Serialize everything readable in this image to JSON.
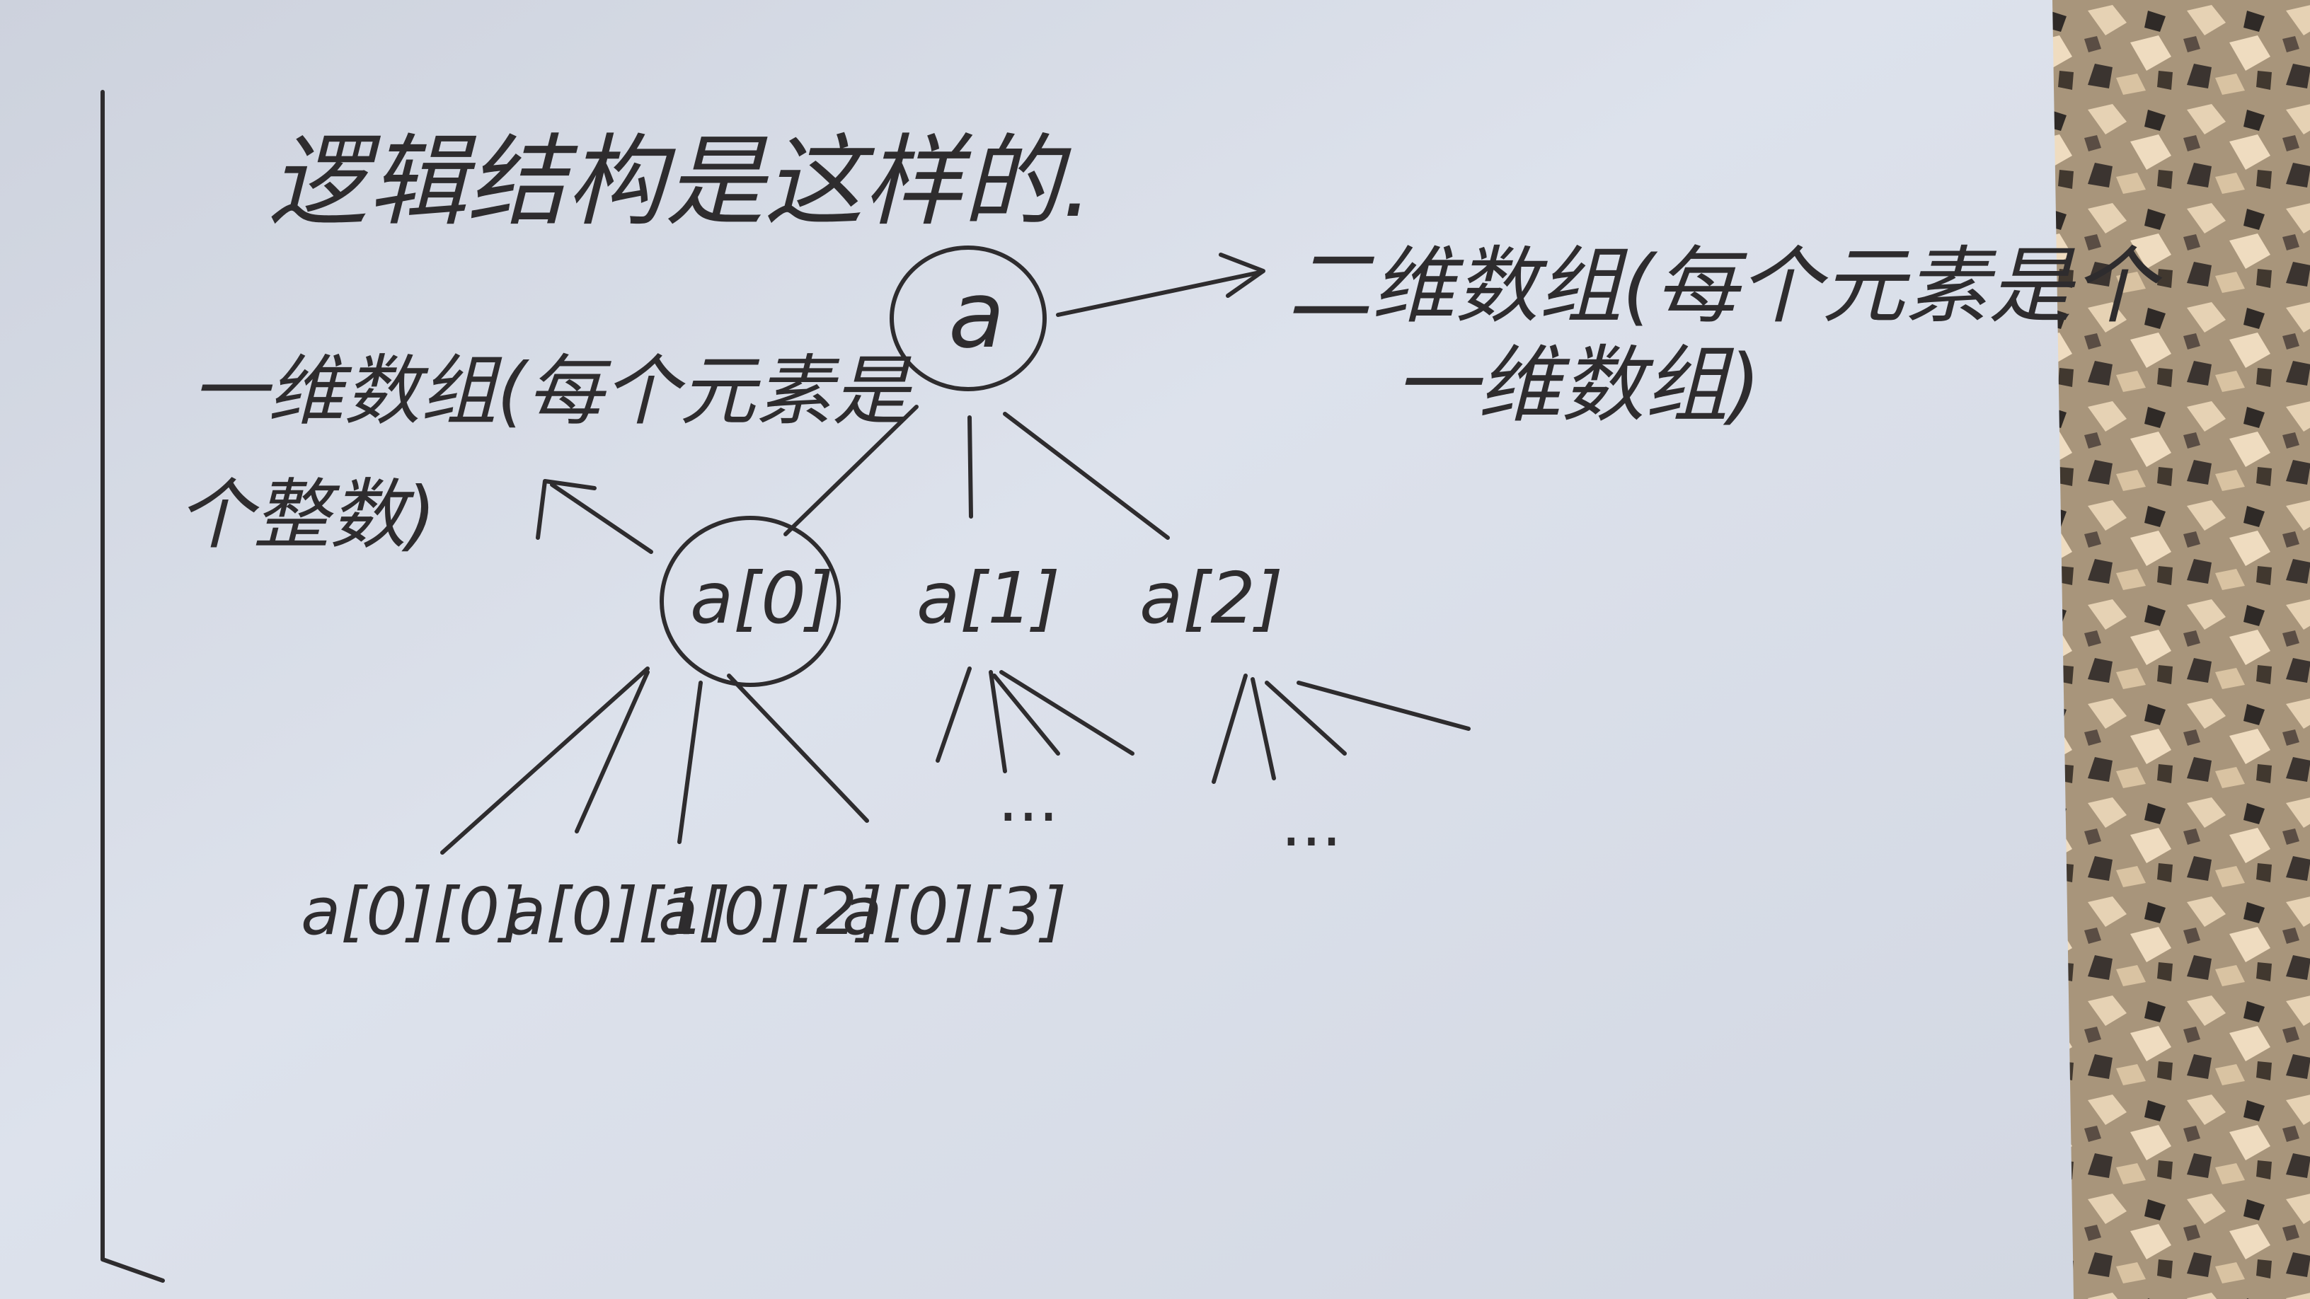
{
  "heading": "逻辑结构是这样的.",
  "root_node": {
    "label": "a"
  },
  "root_note": {
    "line1": "二维数组(每个元素是个",
    "line2": "一维数组)"
  },
  "row_note": {
    "line1": "一维数组(每个元素是",
    "line2": "个整数)"
  },
  "children": [
    {
      "label": "a[0]",
      "circled": true
    },
    {
      "label": "a[1]",
      "circled": false
    },
    {
      "label": "a[2]",
      "circled": false
    }
  ],
  "leaves": [
    "a[0][0]",
    "a[0][1]",
    "a[0][2]",
    "a[0][3]"
  ],
  "ellipsis": [
    "...",
    "..."
  ],
  "colors": {
    "paper": "#d6dbe6",
    "ink": "#2e2c2e",
    "granite": "#8a7a66"
  }
}
